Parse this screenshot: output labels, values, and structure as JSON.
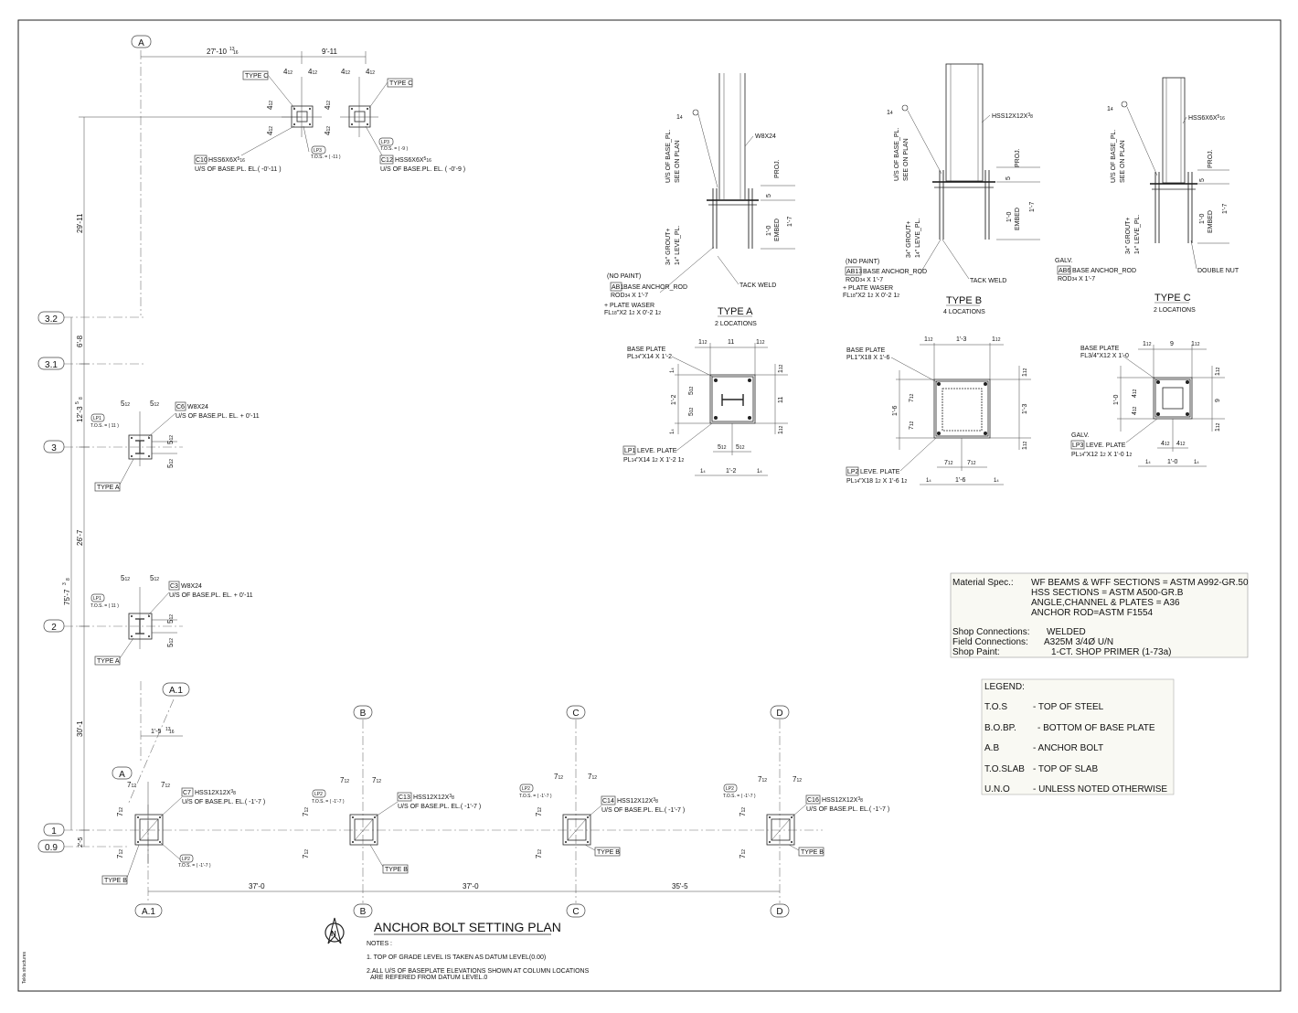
{
  "drawing": {
    "title": "ANCHOR BOLT SETTING PLAN",
    "notes_heading": "NOTES :",
    "notes": [
      "1. TOP OF GRADE LEVEL IS TAKEN AS DATUM LEVEL(0.00)",
      "2.ALL U/S OF BASEPLATE ELEVATIONS SHOWN AT COLUMN LOCATIONS",
      "ARE REFERED FROM DATUM LEVEL.0"
    ],
    "side_credit": "Tekla structures"
  },
  "grid": {
    "A": "A",
    "A1": "A.1",
    "B": "B",
    "C": "C",
    "D": "D",
    "r32": "3.2",
    "r31": "3.1",
    "r3": "3",
    "r2": "2",
    "r1": "1",
    "r09": "0.9"
  },
  "dims": {
    "top1": "27'-10",
    "top1_frac": "13",
    "top1_den": "16",
    "top2": "9'-11",
    "left_29": "29'-11",
    "left_68": "6'-8",
    "left_12": "12'-3",
    "left_12_frac": "5",
    "left_12_den": "8",
    "left_75": "75'-7",
    "left_75_frac": "3",
    "left_75_den": "8",
    "left_26": "26'-7",
    "left_30": "30'-1",
    "left_25": "2'-5",
    "bot1": "37'-0",
    "bot2": "37'-0",
    "bot3": "35'-5",
    "offset": "1'-5",
    "offset_frac": "13",
    "offset_den": "16",
    "d4": "4",
    "d5": "5",
    "d7": "7",
    "h": "1",
    "h_den": "2"
  },
  "plan": {
    "c10_tag": "C10",
    "c10_text": "HSS6X6X",
    "c10_frac": "5",
    "c10_den": "16",
    "c10_el": "U/S OF BASE.PL. EL.( -0'-11 )",
    "c12_tag": "C12",
    "c12_text": "HSS6X6X",
    "c12_el": "U/S OF BASE.PL. EL. ( -0'-9 )",
    "type_c": "TYPE C",
    "lp3": "LP3",
    "lp3_tos_a": "T.O.S. = ( -11 )",
    "lp3_tos_b": "T.O.S. = ( -9 )",
    "c6_tag": "C6",
    "c6_text": "W8X24",
    "c6_el": "U/S OF BASE.PL. EL. + 0'-11",
    "c3_tag": "C3",
    "c3_text": "W8X24",
    "c3_el": "U/S OF BASE.PL. EL. + 0'-11",
    "lp1": "LP1",
    "lp1_tos": "T.O.S. = ( 11 )",
    "type_a": "TYPE A",
    "c7_tag": "C7",
    "c13_tag": "C13",
    "c14_tag": "C14",
    "c16_tag": "C16",
    "hss12": "HSS12X12X",
    "hss12_frac": "3",
    "hss12_den": "8",
    "b_el": "U/S OF BASE.PL. EL.( -1'-7 )",
    "lp2": "LP2",
    "lp2_tos": "T.O.S. = ( -1'-7 )",
    "type_b": "TYPE B"
  },
  "details": {
    "a_member": "W8X24",
    "b_member": "HSS12X12X",
    "c_member": "HSS6X6X",
    "us_base": "U/S OF BASE_PL.",
    "see_plan": "SEE ON PLAN",
    "grout": "GROUT+",
    "leve": "LEVE_PL.",
    "proj": "PROJ.",
    "embed": "EMBED",
    "d_10": "1'-0",
    "d_17": "1'-7",
    "d_5": "5",
    "tack_weld": "TACK WELD",
    "double_nut": "DOUBLE NUT",
    "no_paint": "(NO PAINT)",
    "galv": "GALV.",
    "ab1": "AB1",
    "ab13": "AB13",
    "ab6": "AB6",
    "anchor_rod": "BASE ANCHOR_ROD",
    "rod_a": "ROD",
    "rod_frac": "3",
    "rod_den": "4",
    "rod_len": "X 1'-7",
    "plate_waser": "+ PLATE WASER",
    "waser_dim": "FL",
    "waser_frac": "1",
    "waser_den": "8",
    "waser_rest": "\"X2 1/2 X 0'-2 1/2",
    "type_a_title": "TYPE A",
    "type_a_loc": "2 LOCATIONS",
    "type_b_title": "TYPE B",
    "type_b_loc": "4 LOCATIONS",
    "type_c_title": "TYPE C",
    "type_c_loc": "2 LOCATIONS",
    "base_plate": "BASE PLATE",
    "bp_a": "PL3/4\"X14 X 1'-2",
    "bp_b": "PL1\"X18 X 1'-6",
    "bp_c": "FL3/4\"X12 X 1'-0",
    "lp1": "LP1",
    "lp2": "LP2",
    "lp3": "LP3",
    "leve_plate": "LEVE. PLATE",
    "lp_a": "PL1/4\"X14 1/2 X 1'-2 1/2",
    "lp_b": "PL1/4\"X18 1/2 X 1'-6 1/2",
    "lp_c": "PL1/4\"X12 1/2 X 1'-0 1/2",
    "d11": "11",
    "d12": "1'-2",
    "d13": "1'-3",
    "d16": "1'-6",
    "d9": "9",
    "d10": "1'-0",
    "d1h": "11/2",
    "d5h": "51/2",
    "d7h": "71/2",
    "d4h": "41/2",
    "dq": "1/4"
  },
  "material_spec": {
    "label": "Material Spec.:",
    "l1": "WF BEAMS & WFF SECTIONS = ASTM A992-GR.50",
    "l2": "HSS SECTIONS = ASTM A500-GR.B",
    "l3": "ANGLE,CHANNEL & PLATES = A36",
    "l4": "ANCHOR ROD=ASTM F1554",
    "shop_conn_label": "Shop Connections:",
    "shop_conn": "WELDED",
    "field_conn_label": "Field Connections:",
    "field_conn": "A325M 3/4Ø U/N",
    "paint_label": "Shop Paint:",
    "paint": "1-CT. SHOP PRIMER (1-73a)"
  },
  "legend": {
    "title": "LEGEND:",
    "items": [
      {
        "abbr": "T.O.S",
        "desc": "-  TOP OF STEEL"
      },
      {
        "abbr": "B.O.BP.",
        "desc": "-  BOTTOM OF BASE PLATE"
      },
      {
        "abbr": "A.B",
        "desc": "-  ANCHOR BOLT"
      },
      {
        "abbr": "T.O.SLAB",
        "desc": "-  TOP OF SLAB"
      },
      {
        "abbr": "U.N.O",
        "desc": "-  UNLESS NOTED OTHERWISE"
      }
    ]
  }
}
